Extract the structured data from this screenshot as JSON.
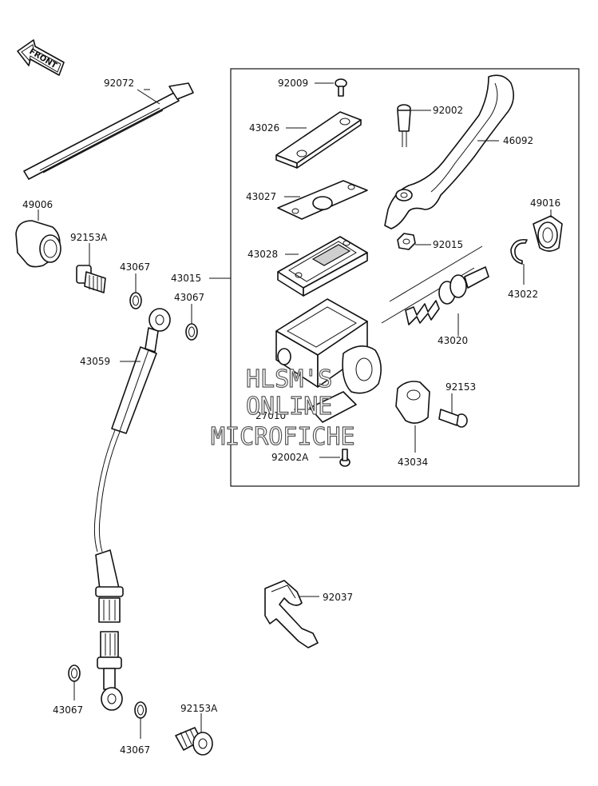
{
  "front_badge": "FRONT",
  "watermark": {
    "line1": "HLSM'S",
    "line2": "ONLINE",
    "line3": "MICROFICHE"
  },
  "labels": {
    "p92072": "92072",
    "p49006": "49006",
    "p92153A_top": "92153A",
    "p43067_a": "43067",
    "p43067_b": "43067",
    "p43015": "43015",
    "p43059": "43059",
    "p92009": "92009",
    "p43026": "43026",
    "p43027": "43027",
    "p43028": "43028",
    "p92002": "92002",
    "p46092": "46092",
    "p49016": "49016",
    "p92015": "92015",
    "p43022": "43022",
    "p43020": "43020",
    "p27010": "27010",
    "p92153": "92153",
    "p92002A": "92002A",
    "p43034": "43034",
    "p92037": "92037",
    "p43067_c": "43067",
    "p43067_d": "43067",
    "p92153A_bottom": "92153A"
  }
}
